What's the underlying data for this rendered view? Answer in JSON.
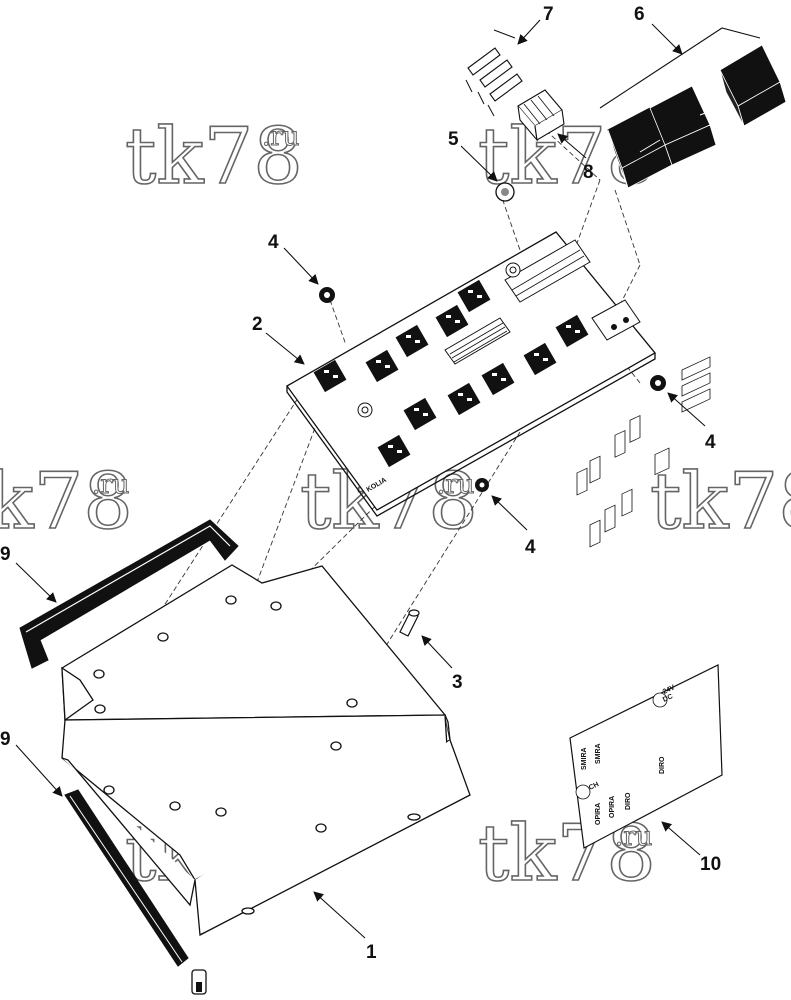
{
  "callouts": [
    {
      "id": "part-1",
      "label": "1"
    },
    {
      "id": "part-2",
      "label": "2"
    },
    {
      "id": "part-3",
      "label": "3"
    },
    {
      "id": "part-4a",
      "label": "4"
    },
    {
      "id": "part-4b",
      "label": "4"
    },
    {
      "id": "part-4c",
      "label": "4"
    },
    {
      "id": "part-5",
      "label": "5"
    },
    {
      "id": "part-6",
      "label": "6"
    },
    {
      "id": "part-7",
      "label": "7"
    },
    {
      "id": "part-8",
      "label": "8"
    },
    {
      "id": "part-9a",
      "label": "9"
    },
    {
      "id": "part-9b",
      "label": "9"
    },
    {
      "id": "part-10",
      "label": "10"
    }
  ],
  "watermark": {
    "main": "tk78",
    "suffix": ".ru"
  },
  "board_marking": "KOLIA",
  "plate_labels": [
    "24V",
    "DC",
    "CH",
    "SMIRA",
    "SMRA",
    "OPIRA",
    "OPIRA",
    "DIRO",
    "DIRO"
  ]
}
